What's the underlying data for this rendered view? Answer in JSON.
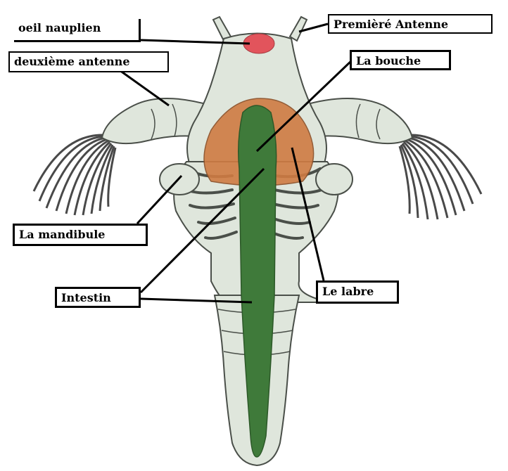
{
  "labels": {
    "oeil": "oeil nauplien",
    "premiere_antenne": "Premièré Antenne",
    "deuxieme_antenne": "deuxième antenne",
    "bouche": "La bouche",
    "mandibule": "La mandibule",
    "intestin": "Intestin",
    "labre": "Le labre"
  },
  "colors": {
    "body": "#dfe6dc",
    "outline": "#4a4f49",
    "intestine": "#3f7a3a",
    "labrum": "#cf7b42",
    "eye": "#e2545c",
    "bristles": "#2a2a2a"
  }
}
